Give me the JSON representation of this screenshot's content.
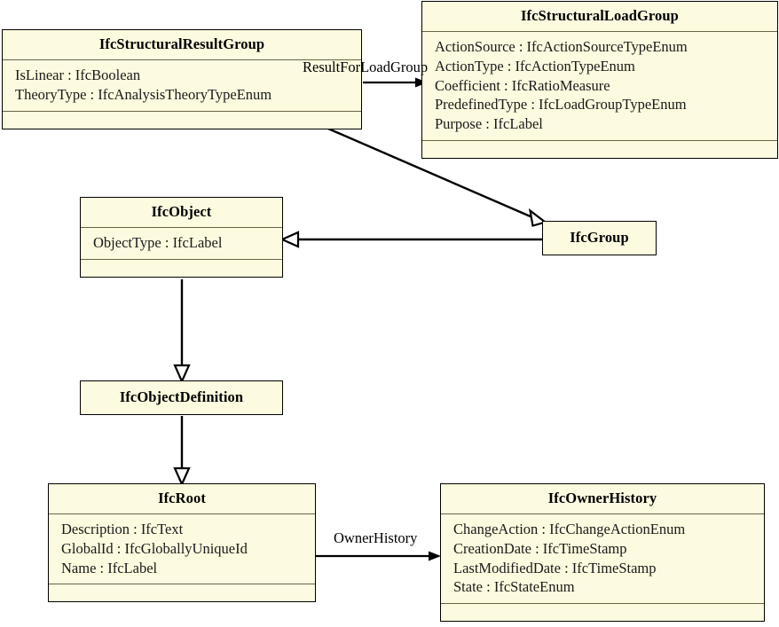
{
  "diagram": {
    "title": "IFC UML class diagram",
    "colors": {
      "class_fill": "#fcfadf",
      "class_border": "#000000",
      "compartment_rule": "#6b6443",
      "edge": "#000000",
      "background": "#ffffff"
    }
  },
  "classes": [
    {
      "id": "ifc-structural-result-group",
      "name": "IfcStructuralResultGroup",
      "attributes": [
        "IsLinear : IfcBoolean",
        "TheoryType : IfcAnalysisTheoryTypeEnum"
      ],
      "operations": []
    },
    {
      "id": "ifc-structural-load-group",
      "name": "IfcStructuralLoadGroup",
      "attributes": [
        "ActionSource : IfcActionSourceTypeEnum",
        "ActionType : IfcActionTypeEnum",
        "Coefficient : IfcRatioMeasure",
        "PredefinedType : IfcLoadGroupTypeEnum",
        "Purpose : IfcLabel"
      ],
      "operations": []
    },
    {
      "id": "ifc-object",
      "name": "IfcObject",
      "attributes": [
        "ObjectType : IfcLabel"
      ],
      "operations": []
    },
    {
      "id": "ifc-group",
      "name": "IfcGroup",
      "attributes": [],
      "operations": []
    },
    {
      "id": "ifc-object-definition",
      "name": "IfcObjectDefinition",
      "attributes": [],
      "operations": []
    },
    {
      "id": "ifc-root",
      "name": "IfcRoot",
      "attributes": [
        "Description : IfcText",
        "GlobalId : IfcGloballyUniqueId",
        "Name : IfcLabel"
      ],
      "operations": []
    },
    {
      "id": "ifc-owner-history",
      "name": "IfcOwnerHistory",
      "attributes": [
        "ChangeAction : IfcChangeActionEnum",
        "CreationDate : IfcTimeStamp",
        "LastModifiedDate : IfcTimeStamp",
        "State : IfcStateEnum"
      ],
      "operations": []
    }
  ],
  "relationships": [
    {
      "id": "result-for-load-group",
      "label": "ResultForLoadGroup",
      "from": "IfcStructuralResultGroup",
      "to": "IfcStructuralLoadGroup",
      "kind": "association"
    },
    {
      "id": "owner-history",
      "label": "OwnerHistory",
      "from": "IfcRoot",
      "to": "IfcOwnerHistory",
      "kind": "association"
    },
    {
      "id": "result-group-is-group",
      "label": "",
      "from": "IfcStructuralResultGroup",
      "to": "IfcGroup",
      "kind": "generalization"
    },
    {
      "id": "group-is-object",
      "label": "",
      "from": "IfcGroup",
      "to": "IfcObject",
      "kind": "generalization"
    },
    {
      "id": "object-is-object-definition",
      "label": "",
      "from": "IfcObject",
      "to": "IfcObjectDefinition",
      "kind": "generalization"
    },
    {
      "id": "object-definition-is-root",
      "label": "",
      "from": "IfcObjectDefinition",
      "to": "IfcRoot",
      "kind": "generalization"
    }
  ]
}
